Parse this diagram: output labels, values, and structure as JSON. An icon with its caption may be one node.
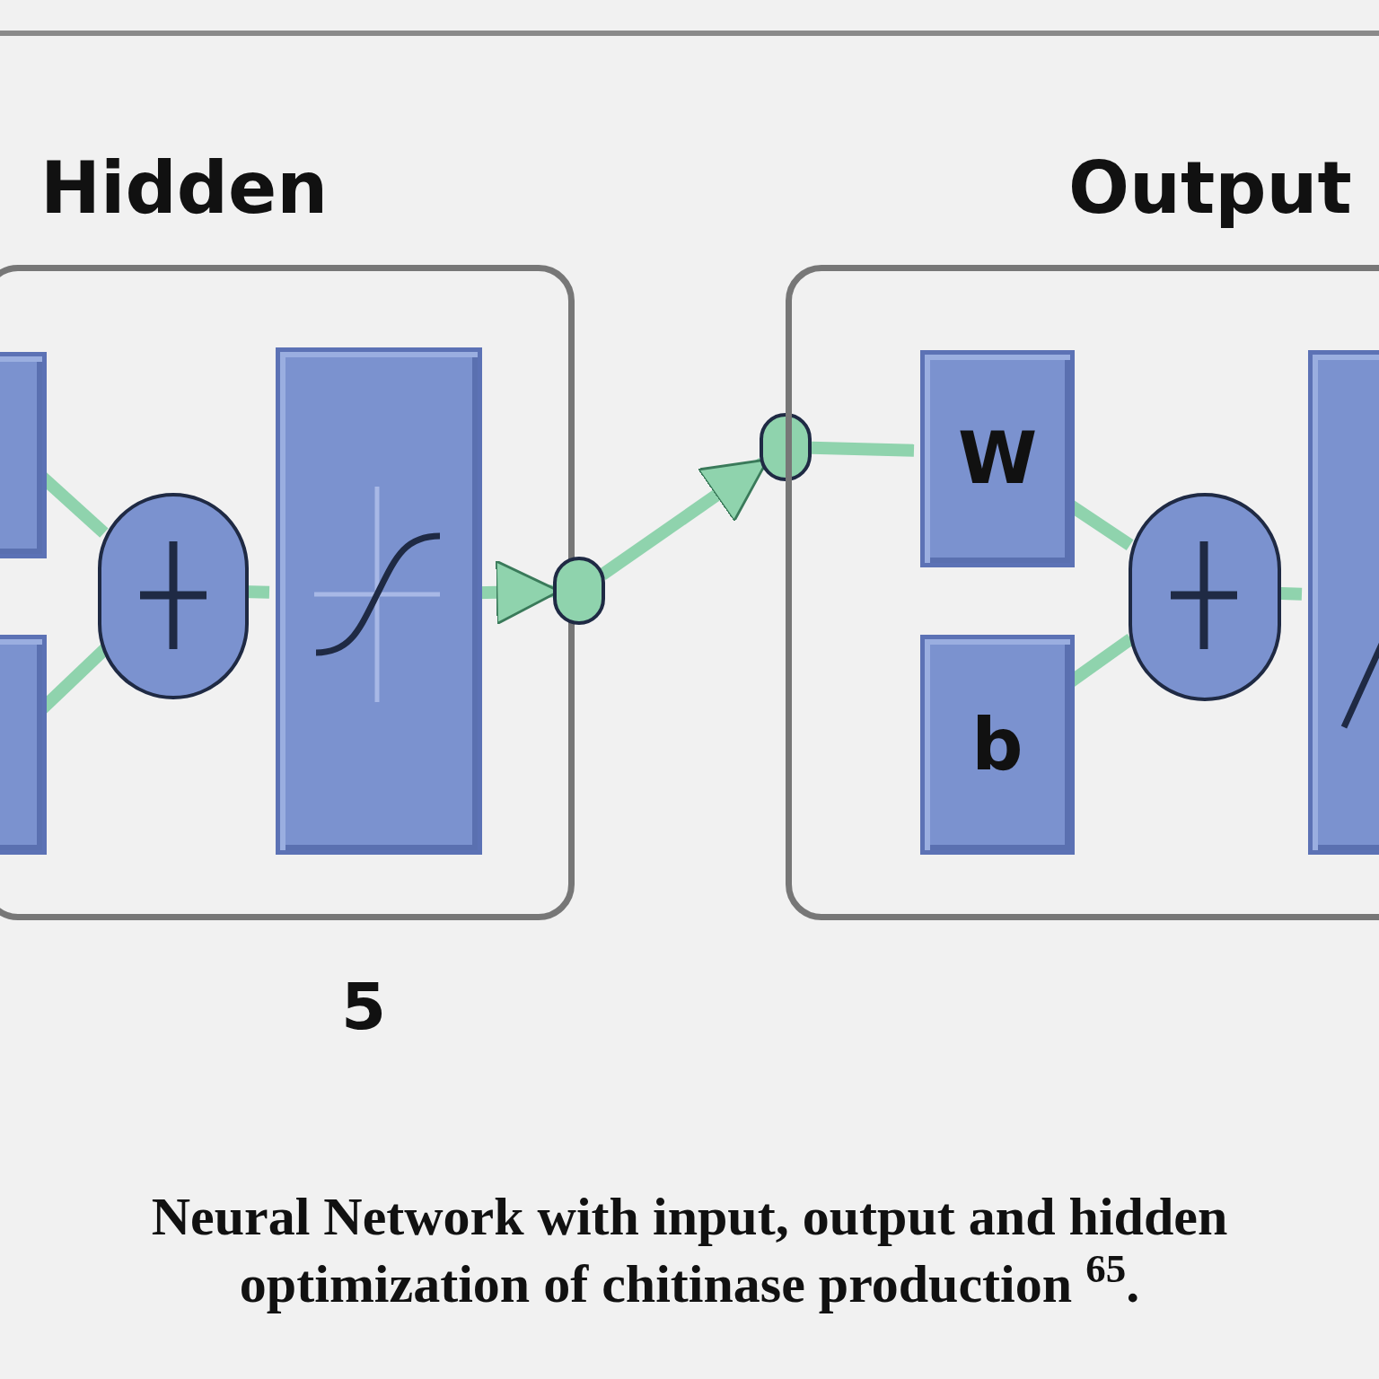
{
  "diagram": {
    "caption": "Neural Network with input, output and hidden optimization of chitinase production $^{65}$.",
    "nodes": [
      {
        "text": [
          "Hidden"
        ],
        "beside": [
          "5"
        ]
      },
      {
        "text": [],
        "shape": "box",
        "in": 0
      },
      {
        "text": [],
        "shape": "box",
        "in": 0
      },
      {
        "text": [],
        "shape": "circle",
        "in": 0
      },
      {
        "text": [],
        "shape": "box",
        "in": 0
      },
      {
        "text": [],
        "shape": "circle"
      },
      {
        "text": [],
        "shape": "circle"
      },
      {
        "text": [
          "Output"
        ]
      },
      {
        "text": [
          "W"
        ],
        "in": 7
      },
      {
        "text": [
          "b"
        ],
        "in": 7
      },
      {
        "text": [],
        "shape": "circle",
        "in": 7
      },
      {
        "text": [],
        "shape": "box",
        "in": 7
      }
    ],
    "edges": [
      {
        "from": 1,
        "to": 3,
        "arrow": "none"
      },
      {
        "from": 2,
        "to": 3,
        "arrow": "none"
      },
      {
        "from": 3,
        "to": 4,
        "arrow": "none"
      },
      {
        "from": 4,
        "to": 5,
        "arrow": "to"
      },
      {
        "from": 5,
        "to": 6,
        "arrow": "to"
      },
      {
        "from": 6,
        "to": 8,
        "arrow": "none"
      },
      {
        "from": 8,
        "to": 10,
        "arrow": "none"
      },
      {
        "from": 9,
        "to": 10,
        "arrow": "none"
      },
      {
        "from": 10,
        "to": 11,
        "arrow": "none"
      }
    ]
  }
}
